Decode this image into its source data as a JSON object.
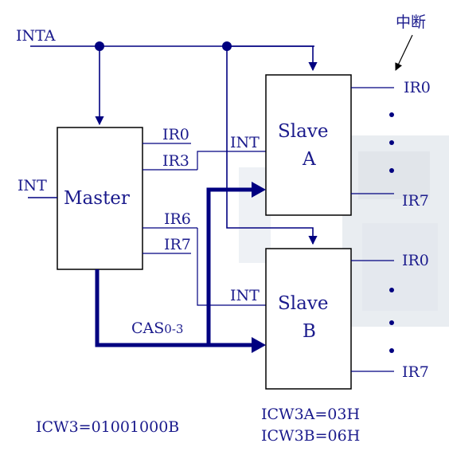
{
  "signals": {
    "inta": "INTA",
    "int_master": "INT",
    "int_slave_a": "INT",
    "int_slave_b": "INT",
    "interrupt_cn": "中断"
  },
  "master": {
    "label": "Master",
    "ports": [
      "IR0",
      "IR3",
      "IR6",
      "IR7"
    ]
  },
  "slave_a": {
    "label_line1": "Slave",
    "label_line2": "A",
    "ir_top": "IR0",
    "ir_bottom": "IR7"
  },
  "slave_b": {
    "label_line1": "Slave",
    "label_line2": "B",
    "ir_top": "IR0",
    "ir_bottom": "IR7"
  },
  "cascade_bus": {
    "label_main": "CAS",
    "label_sub": "0-3"
  },
  "icw": {
    "master": "ICW3=01001000B",
    "slave_a": "ICW3A=03H",
    "slave_b": "ICW3B=06H"
  },
  "colors": {
    "wire": "#000080",
    "text": "#1a1a8c"
  }
}
